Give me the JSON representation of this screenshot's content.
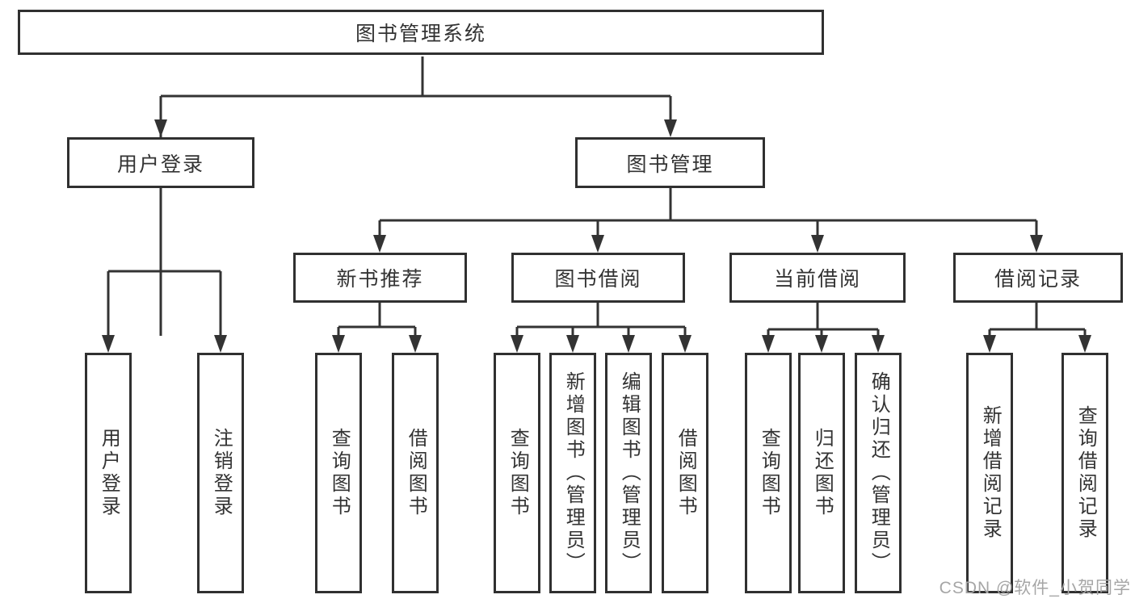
{
  "diagram": {
    "root": {
      "label": "图书管理系统"
    },
    "level2": [
      {
        "label": "用户登录"
      },
      {
        "label": "图书管理"
      }
    ],
    "level3": [
      {
        "label": "新书推荐"
      },
      {
        "label": "图书借阅"
      },
      {
        "label": "当前借阅"
      },
      {
        "label": "借阅记录"
      }
    ],
    "leaves": [
      {
        "label": "用户登录"
      },
      {
        "label": "注销登录"
      },
      {
        "label": "查询图书"
      },
      {
        "label": "借阅图书"
      },
      {
        "label": "查询图书"
      },
      {
        "label": "新增图书（管理员）"
      },
      {
        "label": "编辑图书（管理员）"
      },
      {
        "label": "借阅图书"
      },
      {
        "label": "查询图书"
      },
      {
        "label": "归还图书"
      },
      {
        "label": "确认归还（管理员）"
      },
      {
        "label": "新增借阅记录"
      },
      {
        "label": "查询借阅记录"
      }
    ]
  },
  "watermark": "CSDN @软件_小贺同学",
  "colors": {
    "line": "#333333",
    "text": "#333333",
    "border": "#303030",
    "watermark": "#a6a6a6",
    "background": "#ffffff"
  }
}
